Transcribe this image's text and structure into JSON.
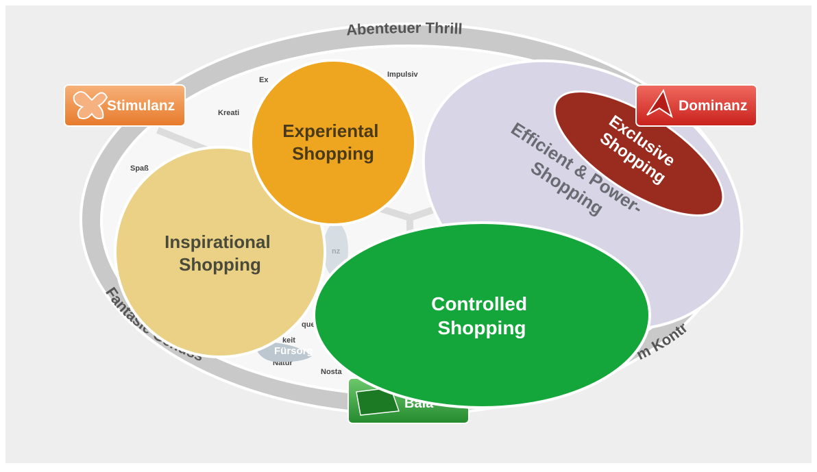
{
  "ring": {
    "top_label": "Abenteuer Thrill",
    "left_label": "Fantasie Genuss",
    "right_label": "m Kontr"
  },
  "badges": {
    "stimulanz": "Stimulanz",
    "dominanz": "Dominanz",
    "balance": "Bala"
  },
  "inner_words": {
    "impulsiv": "Impulsiv",
    "ex": "Ex",
    "kreati": "Kreati",
    "spas": "Spaß",
    "nz": "nz",
    "que": "que",
    "keit": "keit",
    "fuersorge": "Fürsorg",
    "natur": "Natur",
    "nosta": "Nosta"
  },
  "bubbles": {
    "experiental": [
      "Experiental",
      "Shopping"
    ],
    "inspirational": [
      "Inspirational",
      "Shopping"
    ],
    "efficient": [
      "Efficient & Power-",
      "Shopping"
    ],
    "exclusive": [
      "Exclusive",
      "Shopping"
    ],
    "controlled": [
      "Controlled",
      "Shopping"
    ]
  },
  "colors": {
    "background": "#eeeeee",
    "ring": "#c9c9c9",
    "inner": "#f7f7f7",
    "experiental": "#eea520",
    "inspirational": "#ead185",
    "efficient": "#d8d6e6",
    "exclusive": "#9a2b1f",
    "controlled": "#14a63a",
    "stimulanz_badge": "#ef8f45",
    "dominanz_badge": "#dc3530",
    "balance_badge": "#2f9a3a"
  }
}
